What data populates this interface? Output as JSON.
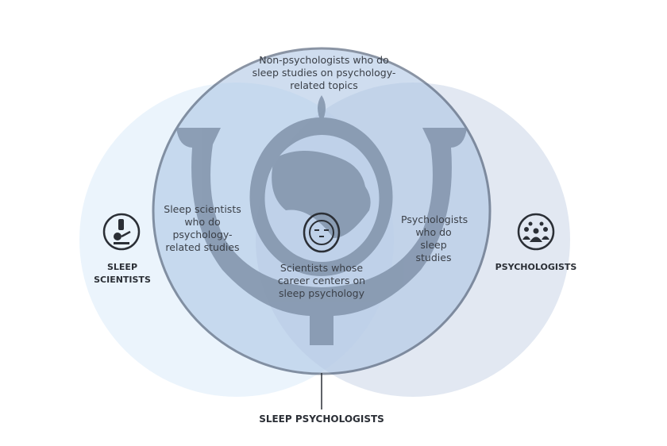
{
  "regions": {
    "top": "Non-psychologists who do sleep studies on psychology-related topics",
    "left": "Sleep scientists who do psychology-related studies",
    "right": "Psychologists who do sleep studies",
    "center": "Scientists whose career centers on sleep psychology"
  },
  "labels": {
    "sleep_scientists": "SLEEP SCIENTISTS",
    "psychologists": "PSYCHOLOGISTS",
    "sleep_psychologists": "SLEEP PSYCHOLOGISTS"
  },
  "icons": {
    "left": "microscope-icon",
    "right": "group-icon",
    "center": "sleeping-face-icon",
    "logo": "psi-sleeping-head-logo"
  },
  "colors": {
    "left_circle": "#e6f1fb",
    "right_circle": "#d3dceb",
    "main_circle": "#b8cde6",
    "outline": "#2c3e5a",
    "logo": "#7d8fa6"
  }
}
